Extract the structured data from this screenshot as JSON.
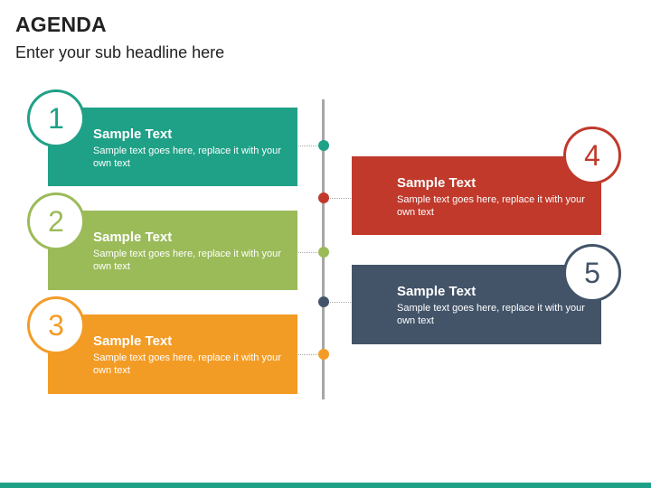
{
  "title": "AGENDA",
  "subtitle": "Enter your sub headline here",
  "items": [
    {
      "number": "1",
      "title": "Sample Text",
      "body": "Sample text goes here, replace it with your own text",
      "color": "#1fa187"
    },
    {
      "number": "2",
      "title": "Sample Text",
      "body": "Sample text goes here, replace it with your own text",
      "color": "#9bbb59"
    },
    {
      "number": "3",
      "title": "Sample Text",
      "body": "Sample text goes here, replace it with your own text",
      "color": "#f39c25"
    },
    {
      "number": "4",
      "title": "Sample Text",
      "body": "Sample text goes here, replace it with your own text",
      "color": "#c0392b"
    },
    {
      "number": "5",
      "title": "Sample Text",
      "body": "Sample text goes here, replace it with your own text",
      "color": "#435469"
    }
  ],
  "timeline_color": "#a6a6a6",
  "accent_bar_color": "#1fa187"
}
